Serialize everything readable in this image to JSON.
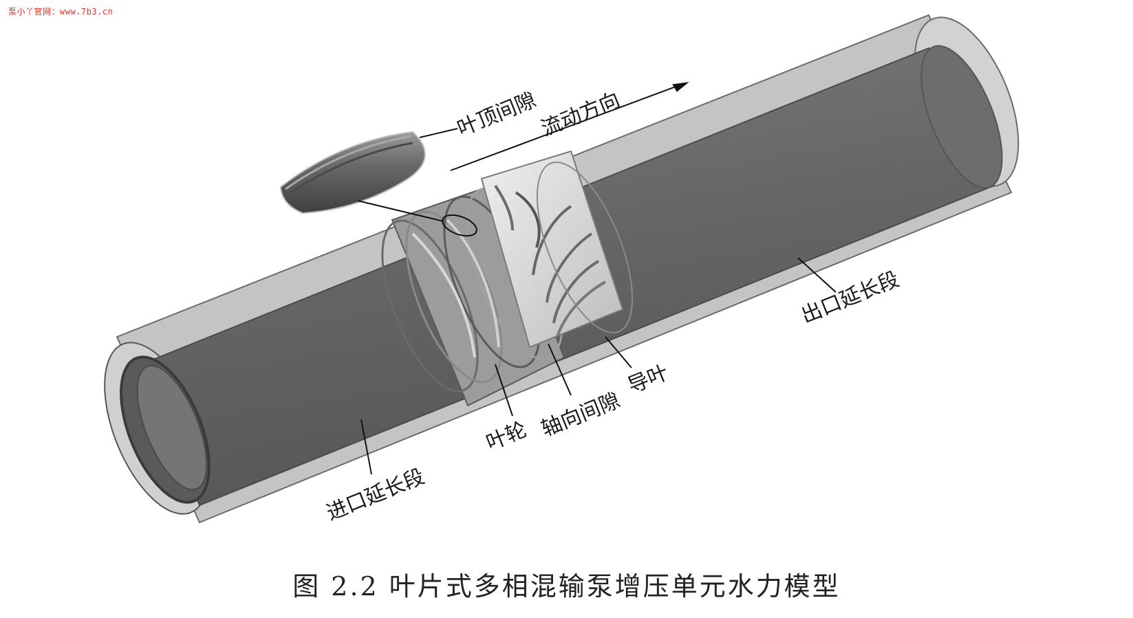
{
  "watermark": "泵小丫官网：www.7b3.cn",
  "caption": "图 2.2   叶片式多相混输泵增压单元水力模型",
  "labels": {
    "tip_clearance": "叶顶间隙",
    "flow_direction": "流动方向",
    "outlet_extension": "出口延长段",
    "impeller": "叶轮",
    "axial_clearance": "轴向间隙",
    "guide_vane": "导叶",
    "inlet_extension": "进口延长段"
  },
  "colors": {
    "shell": "#b9b9b9",
    "core": "#6f6f6f",
    "core_dark": "#555555",
    "blade": "#d9d9d9"
  }
}
